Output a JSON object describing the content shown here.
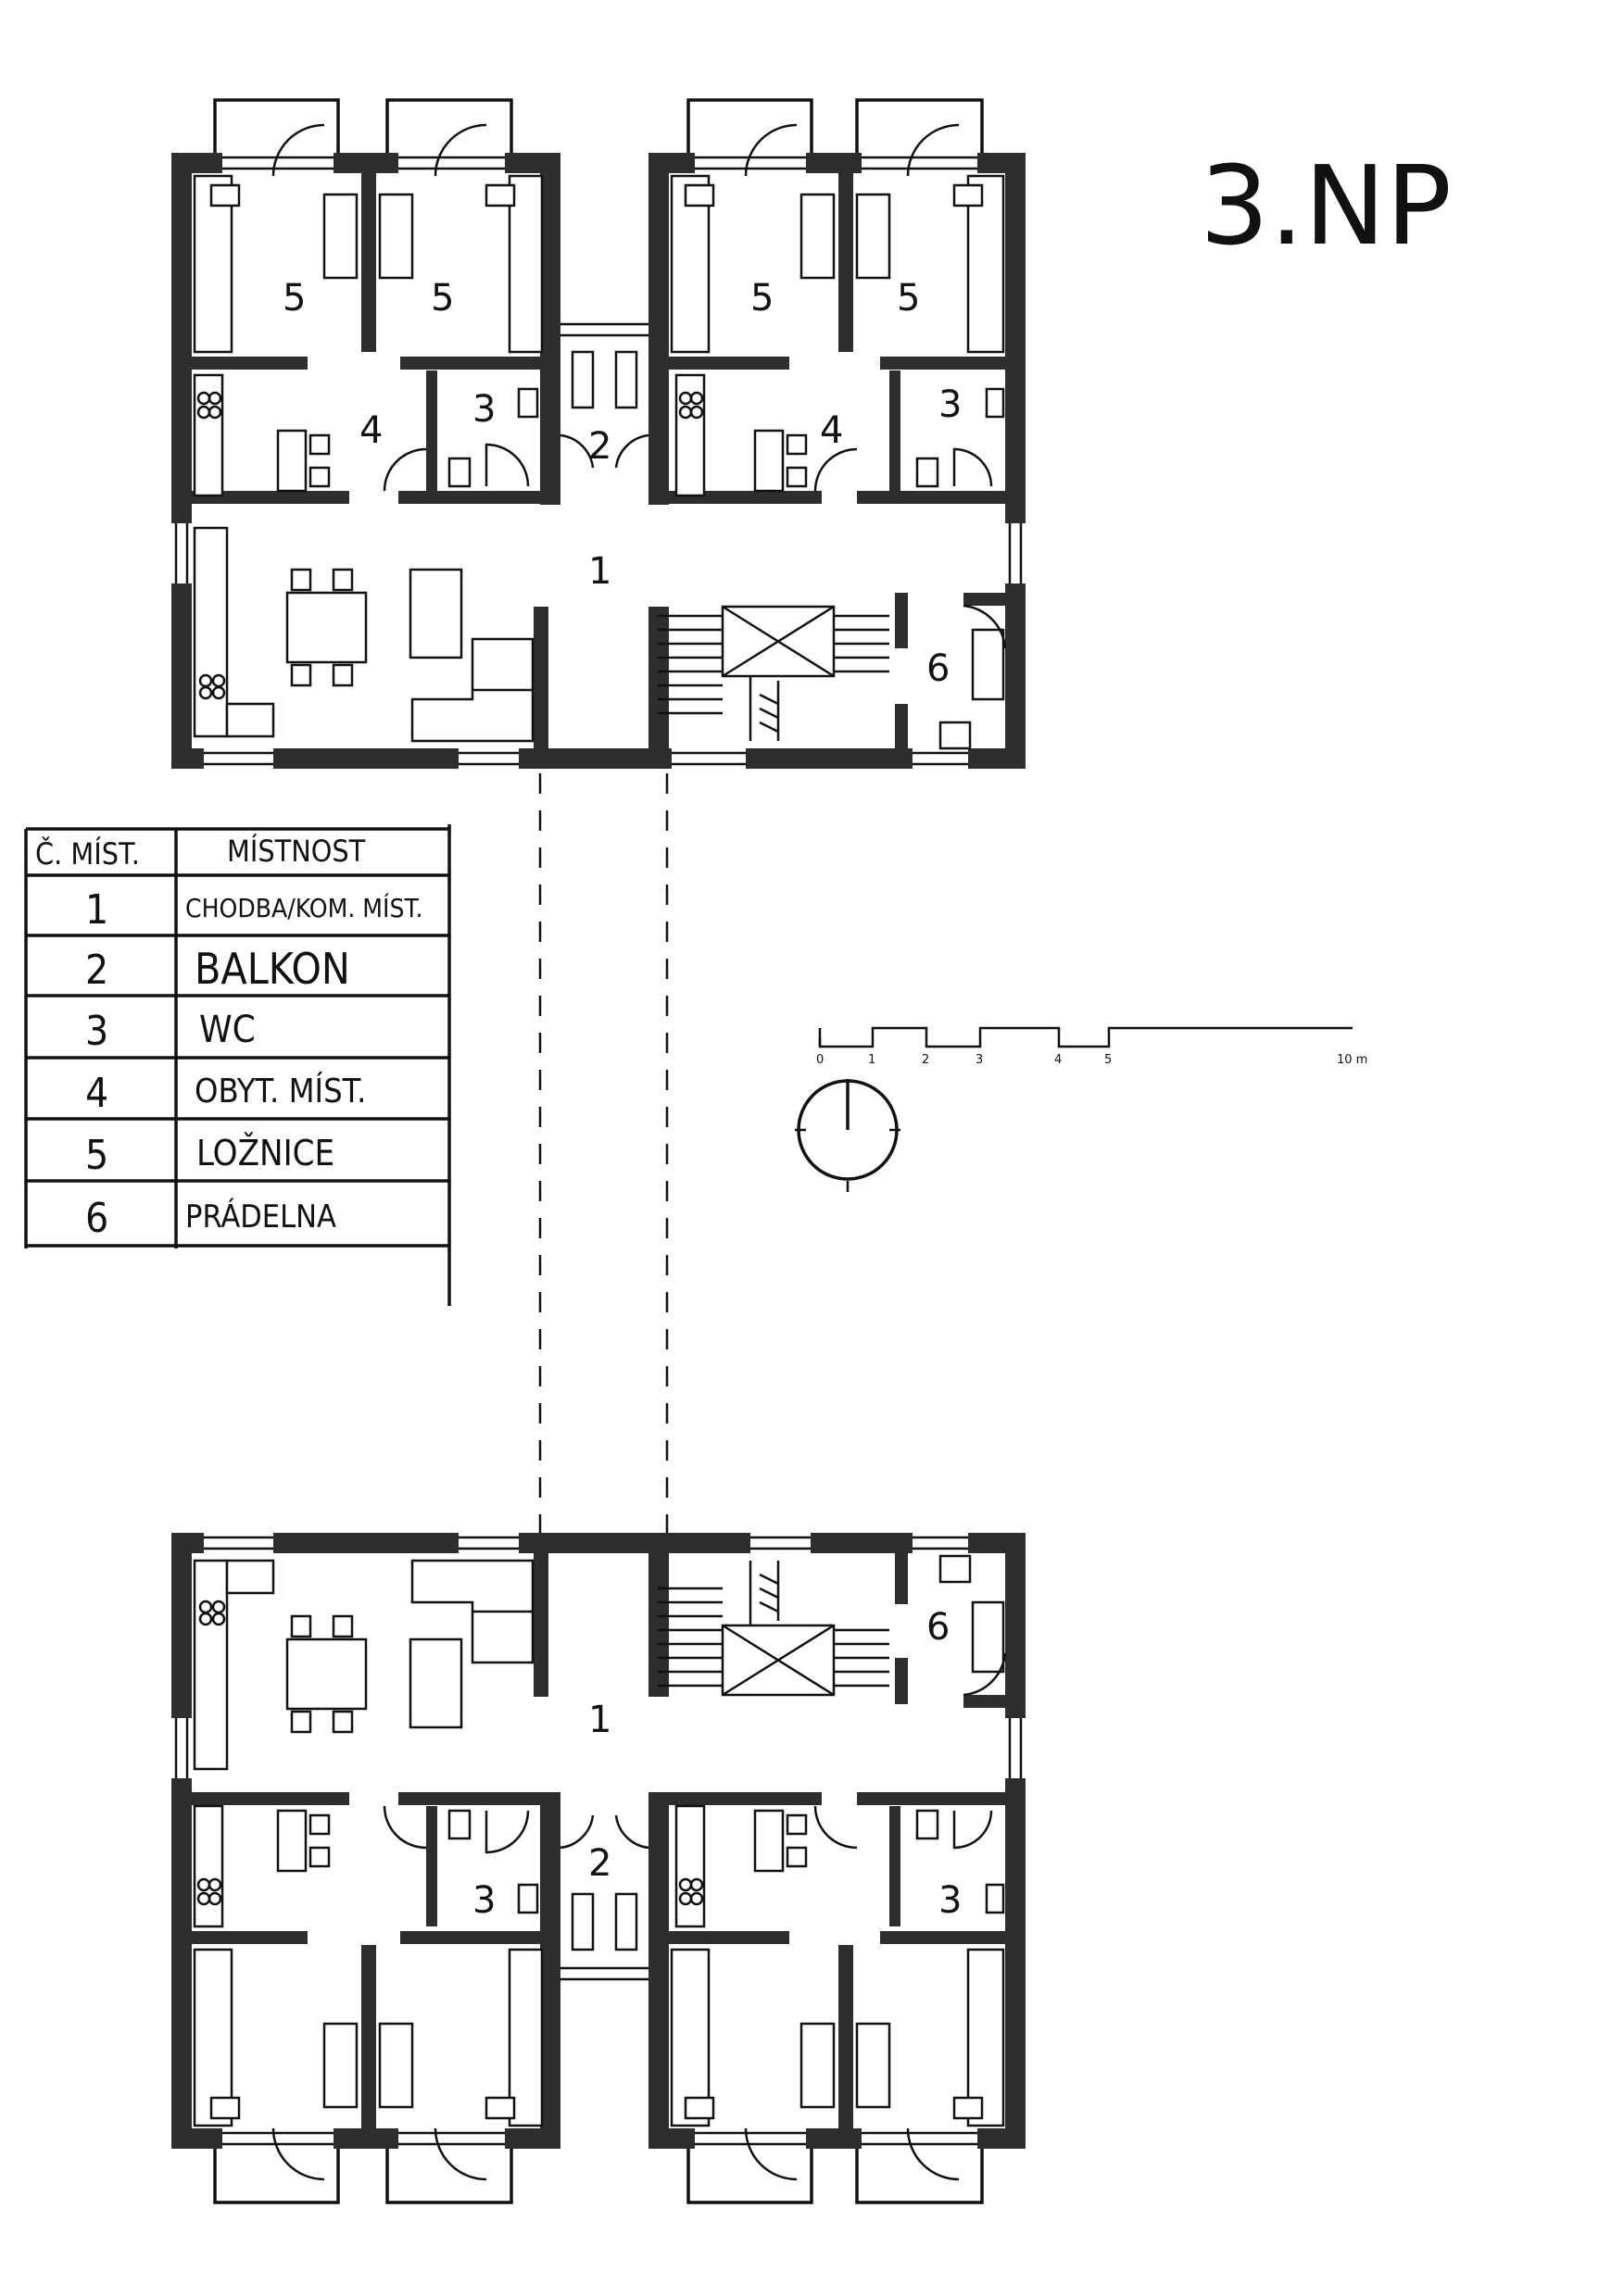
{
  "sheet_title": "3.NP",
  "room_table": {
    "headers": [
      "Č. MÍST.",
      "MÍSTNOST"
    ],
    "rows": [
      {
        "num": "1",
        "name": "CHODBA/KOM. MÍST."
      },
      {
        "num": "2",
        "name": "BALKON"
      },
      {
        "num": "3",
        "name": "WC"
      },
      {
        "num": "4",
        "name": "OBYT. MÍST."
      },
      {
        "num": "5",
        "name": "LOŽNICE"
      },
      {
        "num": "6",
        "name": "PRÁDELNA"
      }
    ]
  },
  "room_labels": {
    "top_bedroom_1": "5",
    "top_bedroom_2": "5",
    "top_bedroom_3": "5",
    "top_bedroom_4": "5",
    "top_living_1": "4",
    "top_living_2": "4",
    "top_wc_1": "3",
    "top_wc_2": "3",
    "top_balcony": "2",
    "top_corridor": "1",
    "top_laundry": "6",
    "bottom_corridor": "1",
    "bottom_laundry": "6",
    "bottom_balcony": "2",
    "bottom_wc_1": "3",
    "bottom_wc_2": "3"
  },
  "scale_bar": {
    "labels": [
      "0",
      "1",
      "2",
      "3",
      "4",
      "5",
      "10 m"
    ]
  },
  "north_arrow": {
    "icon": "north-arrow-icon"
  },
  "colors": {
    "wall": "#2e2e2e",
    "line": "#111111",
    "paper": "#ffffff"
  }
}
